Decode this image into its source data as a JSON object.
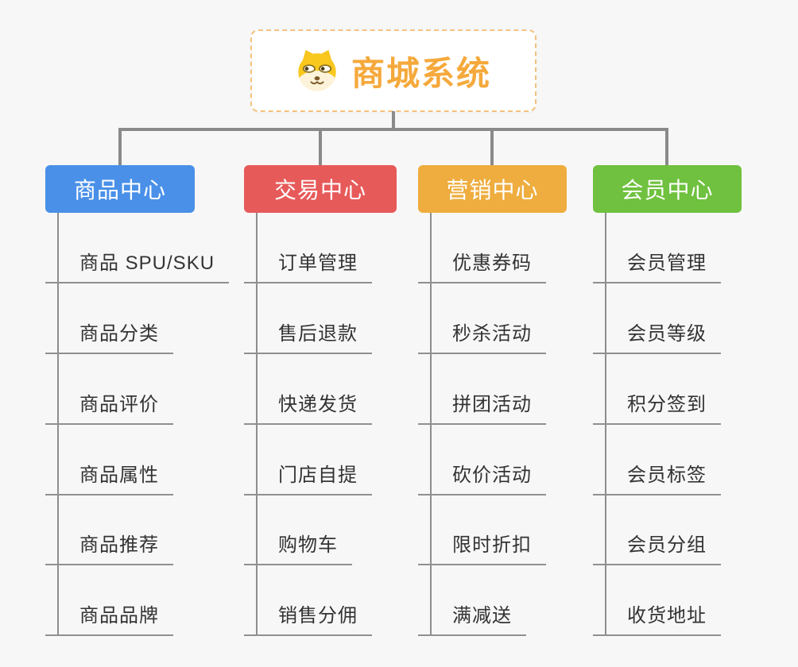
{
  "root": {
    "title": "商城系统",
    "icon": "doge-icon",
    "accent_color": "#f5a93c",
    "border_color": "#f2c27e"
  },
  "branches": [
    {
      "label": "商品中心",
      "color": "#4a90e8",
      "items": [
        "商品 SPU/SKU",
        "商品分类",
        "商品评价",
        "商品属性",
        "商品推荐",
        "商品品牌"
      ]
    },
    {
      "label": "交易中心",
      "color": "#e75a5a",
      "items": [
        "订单管理",
        "售后退款",
        "快递发货",
        "门店自提",
        "购物车",
        "销售分佣"
      ]
    },
    {
      "label": "营销中心",
      "color": "#eead3e",
      "items": [
        "优惠券码",
        "秒杀活动",
        "拼团活动",
        "砍价活动",
        "限时折扣",
        "满减送"
      ]
    },
    {
      "label": "会员中心",
      "color": "#6fc13f",
      "items": [
        "会员管理",
        "会员等级",
        "积分签到",
        "会员标签",
        "会员分组",
        "收货地址"
      ]
    }
  ],
  "colors": {
    "background": "#f7f7f7",
    "connector_line": "#8a8a8a",
    "underline": "#909090",
    "item_text": "#333333"
  }
}
